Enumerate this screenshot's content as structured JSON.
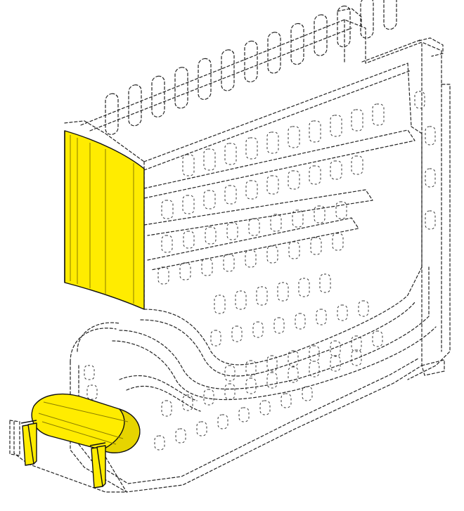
{
  "colors": {
    "line": "#222222",
    "highlight": "#ffec00",
    "highlight_dark": "#e6d400",
    "background": "#ffffff"
  },
  "parts": [
    {
      "id": "cover-plate",
      "highlighted": true
    },
    {
      "id": "drum-mount",
      "highlighted": true
    },
    {
      "id": "frame-structure",
      "highlighted": false
    }
  ]
}
